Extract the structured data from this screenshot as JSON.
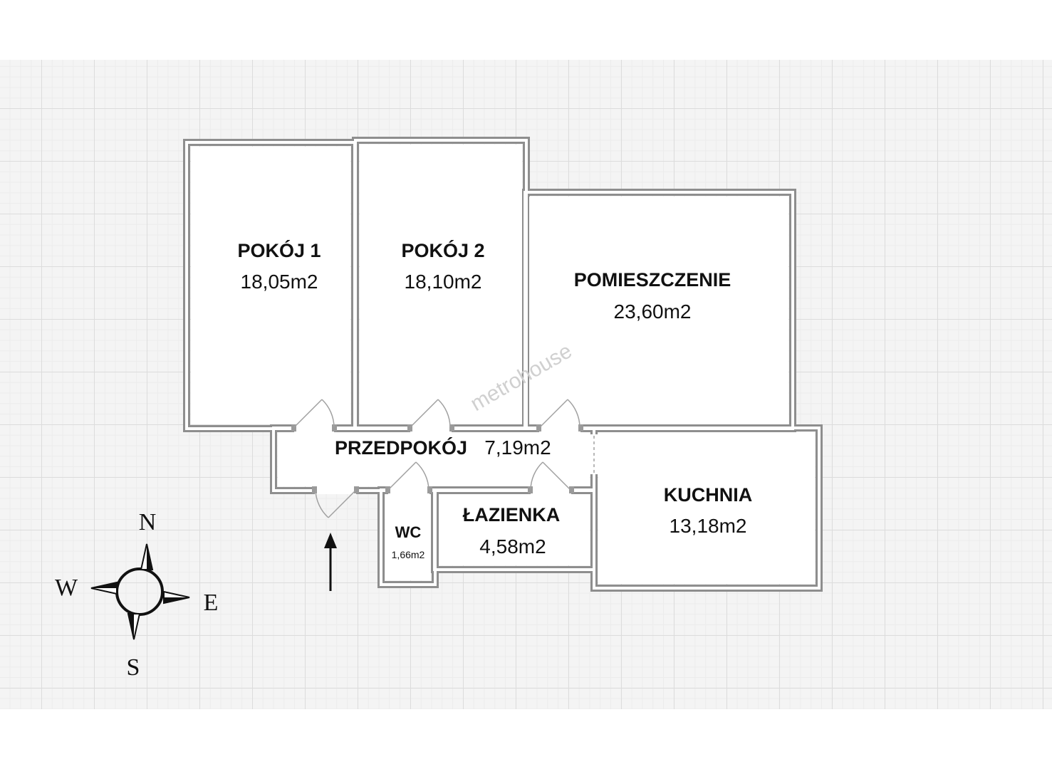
{
  "rooms": [
    {
      "id": "pokoj-1",
      "name": "POKÓJ 1",
      "area": "18,05m2"
    },
    {
      "id": "pokoj-2",
      "name": "POKÓJ 2",
      "area": "18,10m2"
    },
    {
      "id": "pomieszczenie",
      "name": "POMIESZCZENIE",
      "area": "23,60m2"
    },
    {
      "id": "przedpokoj",
      "name": "PRZEDPOKÓJ",
      "area": "7,19m2"
    },
    {
      "id": "kuchnia",
      "name": "KUCHNIA",
      "area": "13,18m2"
    },
    {
      "id": "lazienka",
      "name": "ŁAZIENKA",
      "area": "4,58m2"
    },
    {
      "id": "wc",
      "name": "WC",
      "area": "1,66m2"
    }
  ],
  "compass": {
    "north": "N",
    "south": "S",
    "east": "E",
    "west": "W"
  },
  "watermark": "metrohouse",
  "colors": {
    "wall": "#9a9a9a",
    "wall_inner": "#ffffff",
    "grid_bg": "#f4f4f4",
    "text": "#111111"
  }
}
